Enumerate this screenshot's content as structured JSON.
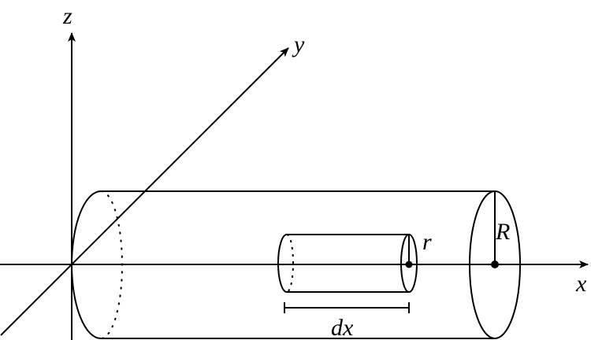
{
  "diagram": {
    "type": "3d-cylinder-coordinate-figure",
    "axes": {
      "x_label": "x",
      "y_label": "y",
      "z_label": "z"
    },
    "large_cylinder": {
      "radius_label": "R"
    },
    "small_cylinder": {
      "radius_label": "r",
      "length_label": "dx"
    },
    "colors": {
      "stroke": "#000000",
      "background": "#ffffff"
    }
  }
}
